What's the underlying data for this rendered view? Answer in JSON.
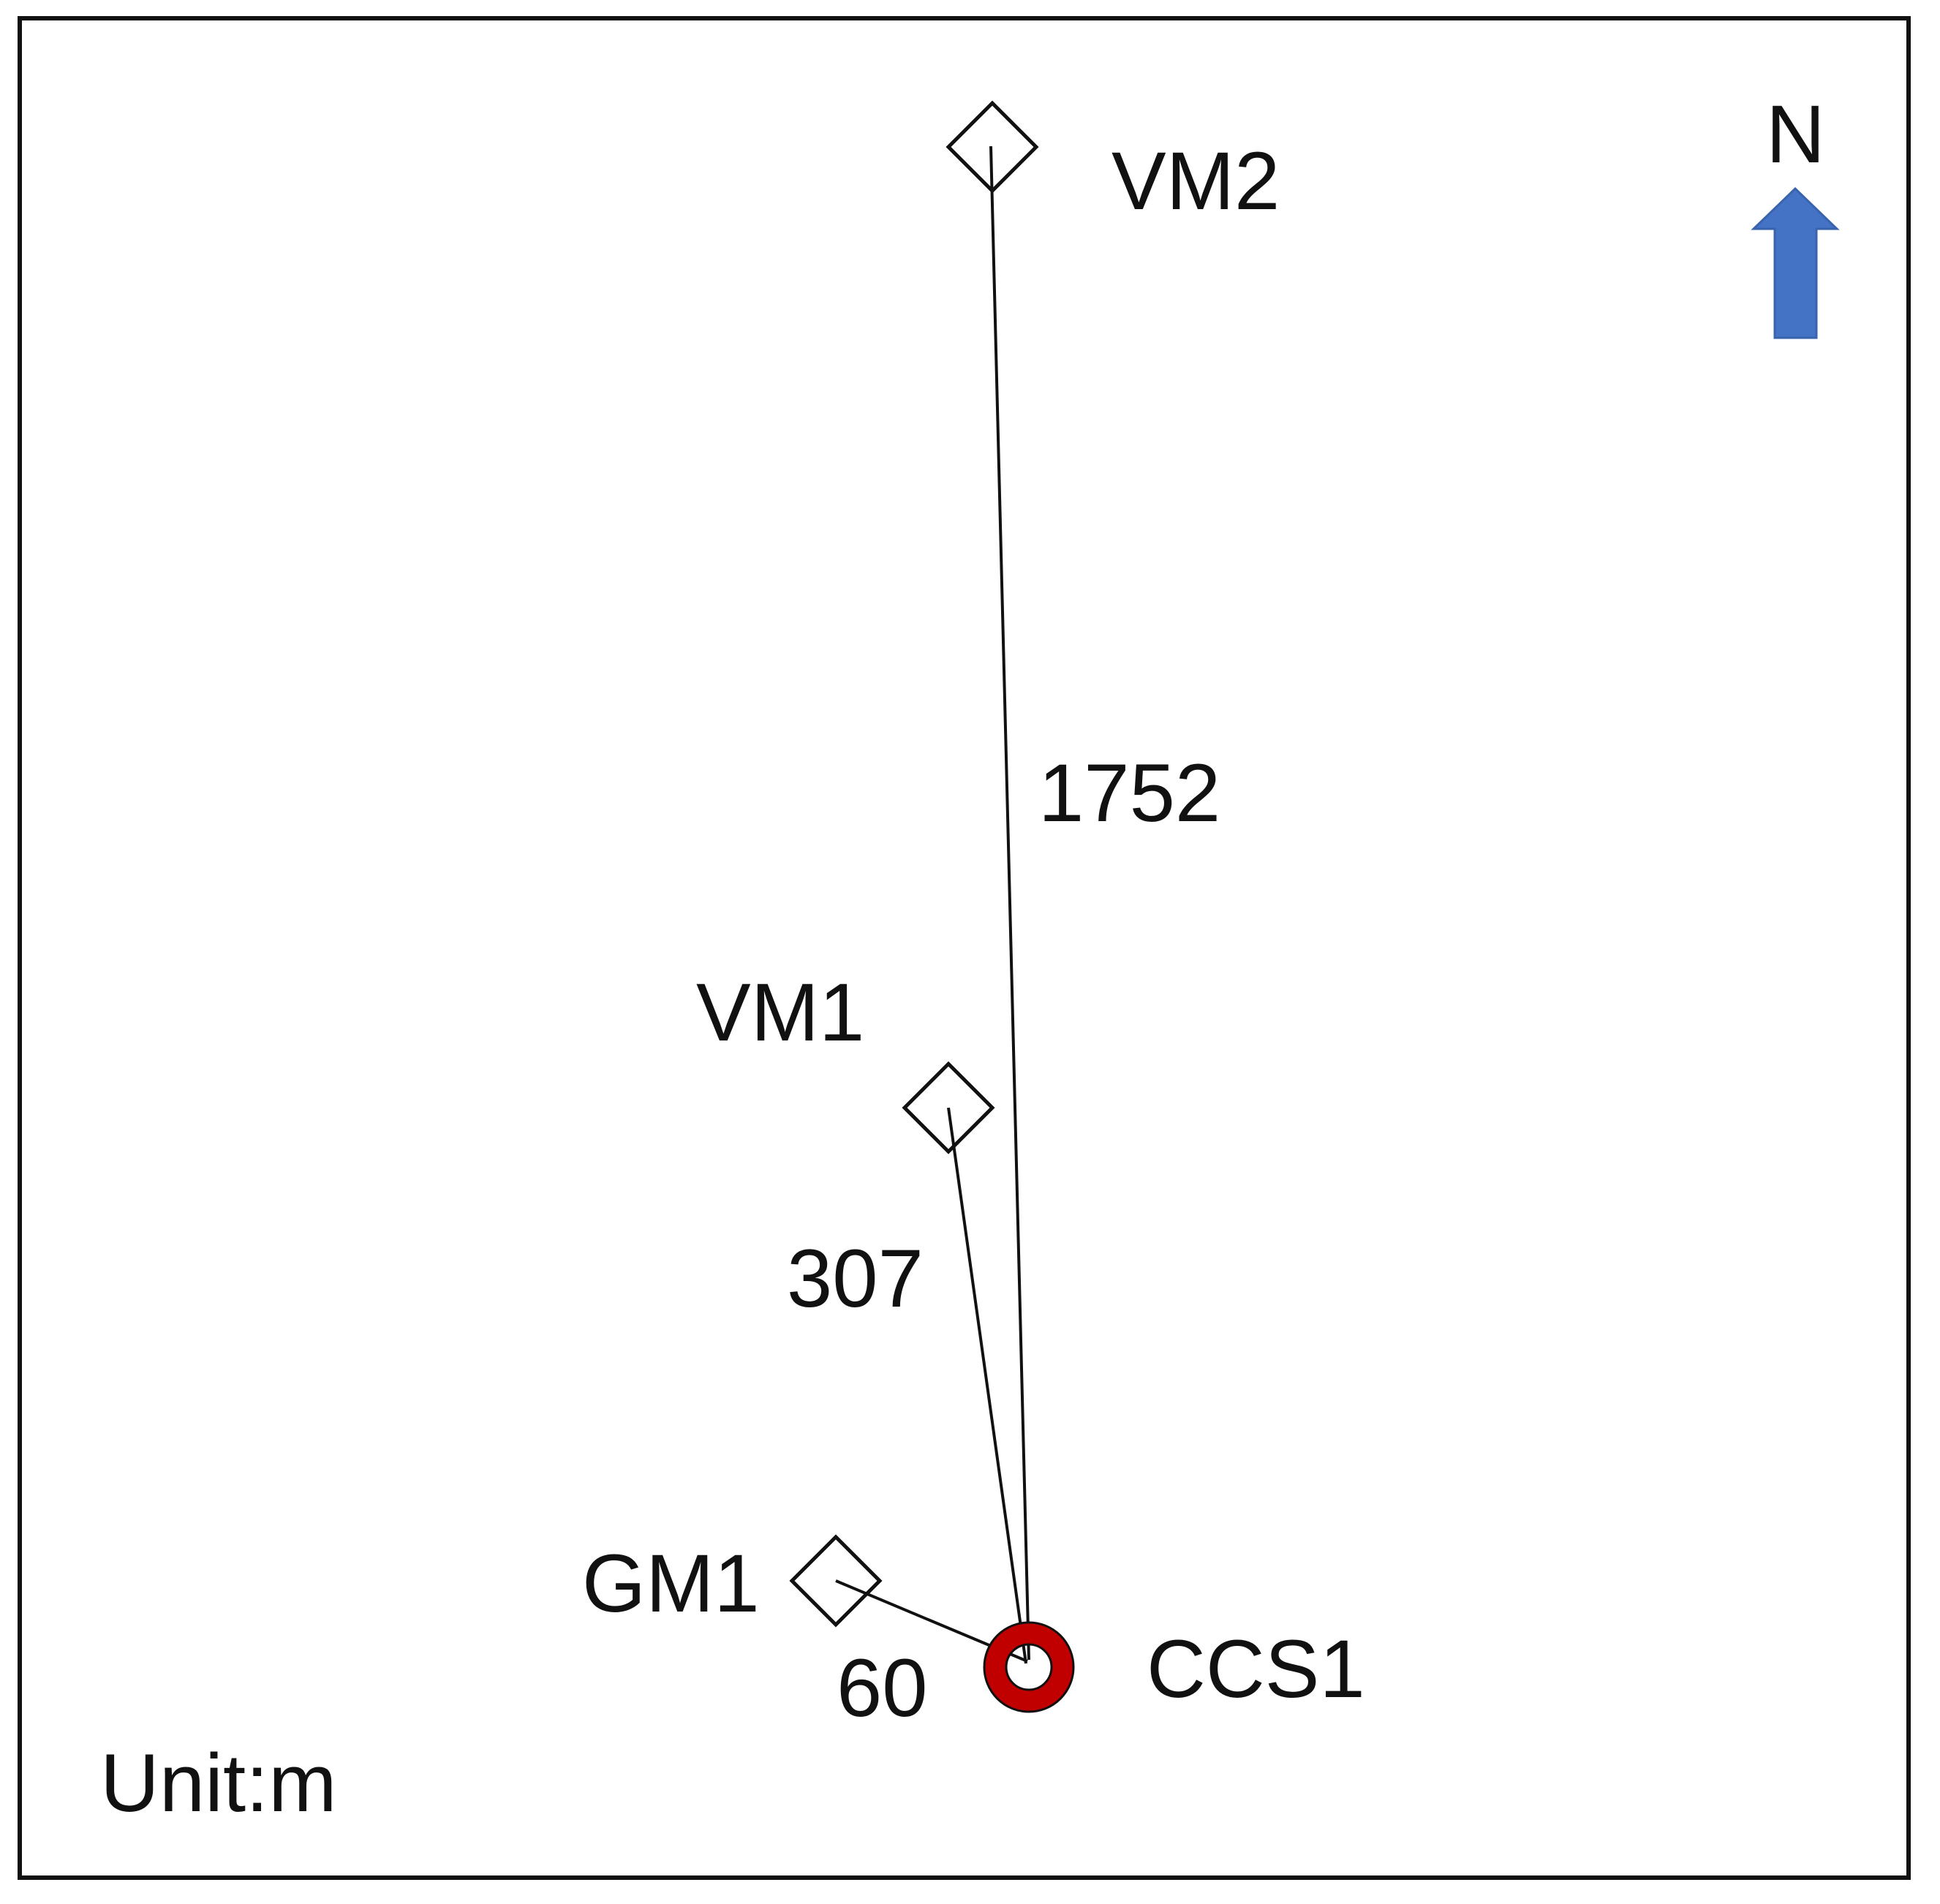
{
  "diagram": {
    "unit_label": "Unit:m",
    "north_label": "N",
    "colors": {
      "north_arrow": "#4472C4",
      "ccs_marker": "#C00000",
      "line": "#111111"
    },
    "stations": [
      {
        "id": "ccs1",
        "label": "CCS1",
        "marker": "ring"
      },
      {
        "id": "vm2",
        "label": "VM2",
        "marker": "diamond"
      },
      {
        "id": "vm1",
        "label": "VM1",
        "marker": "diamond"
      },
      {
        "id": "gm1",
        "label": "GM1",
        "marker": "diamond"
      }
    ],
    "links": [
      {
        "from": "ccs1",
        "to": "vm2",
        "distance_label": "1752"
      },
      {
        "from": "ccs1",
        "to": "vm1",
        "distance_label": "307"
      },
      {
        "from": "ccs1",
        "to": "gm1",
        "distance_label": "60"
      }
    ]
  }
}
